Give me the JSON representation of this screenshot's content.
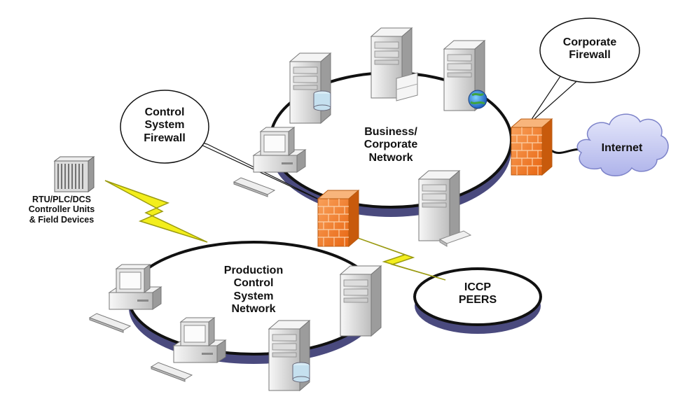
{
  "networks": {
    "business": {
      "lines": [
        "Business/",
        "Corporate",
        "Network"
      ]
    },
    "production": {
      "lines": [
        "Production",
        "Control",
        "System",
        "Network"
      ]
    },
    "iccp": {
      "lines": [
        "ICCP",
        "PEERS"
      ]
    }
  },
  "callouts": {
    "control_firewall": {
      "lines": [
        "Control",
        "System",
        "Firewall"
      ]
    },
    "corporate_firewall": {
      "lines": [
        "Corporate",
        "Firewall"
      ]
    }
  },
  "internet": {
    "label": "Internet"
  },
  "field_devices": {
    "lines": [
      "RTU/PLC/DCS",
      "Controller Units",
      "& Field Devices"
    ]
  },
  "colors": {
    "ring_shadow": "#4a4a7e",
    "firewall_orange": "#f07a1c",
    "lightning": "#f3ee1c",
    "cloud": "#c9cdf2",
    "server_body": "#e8e8e8"
  }
}
